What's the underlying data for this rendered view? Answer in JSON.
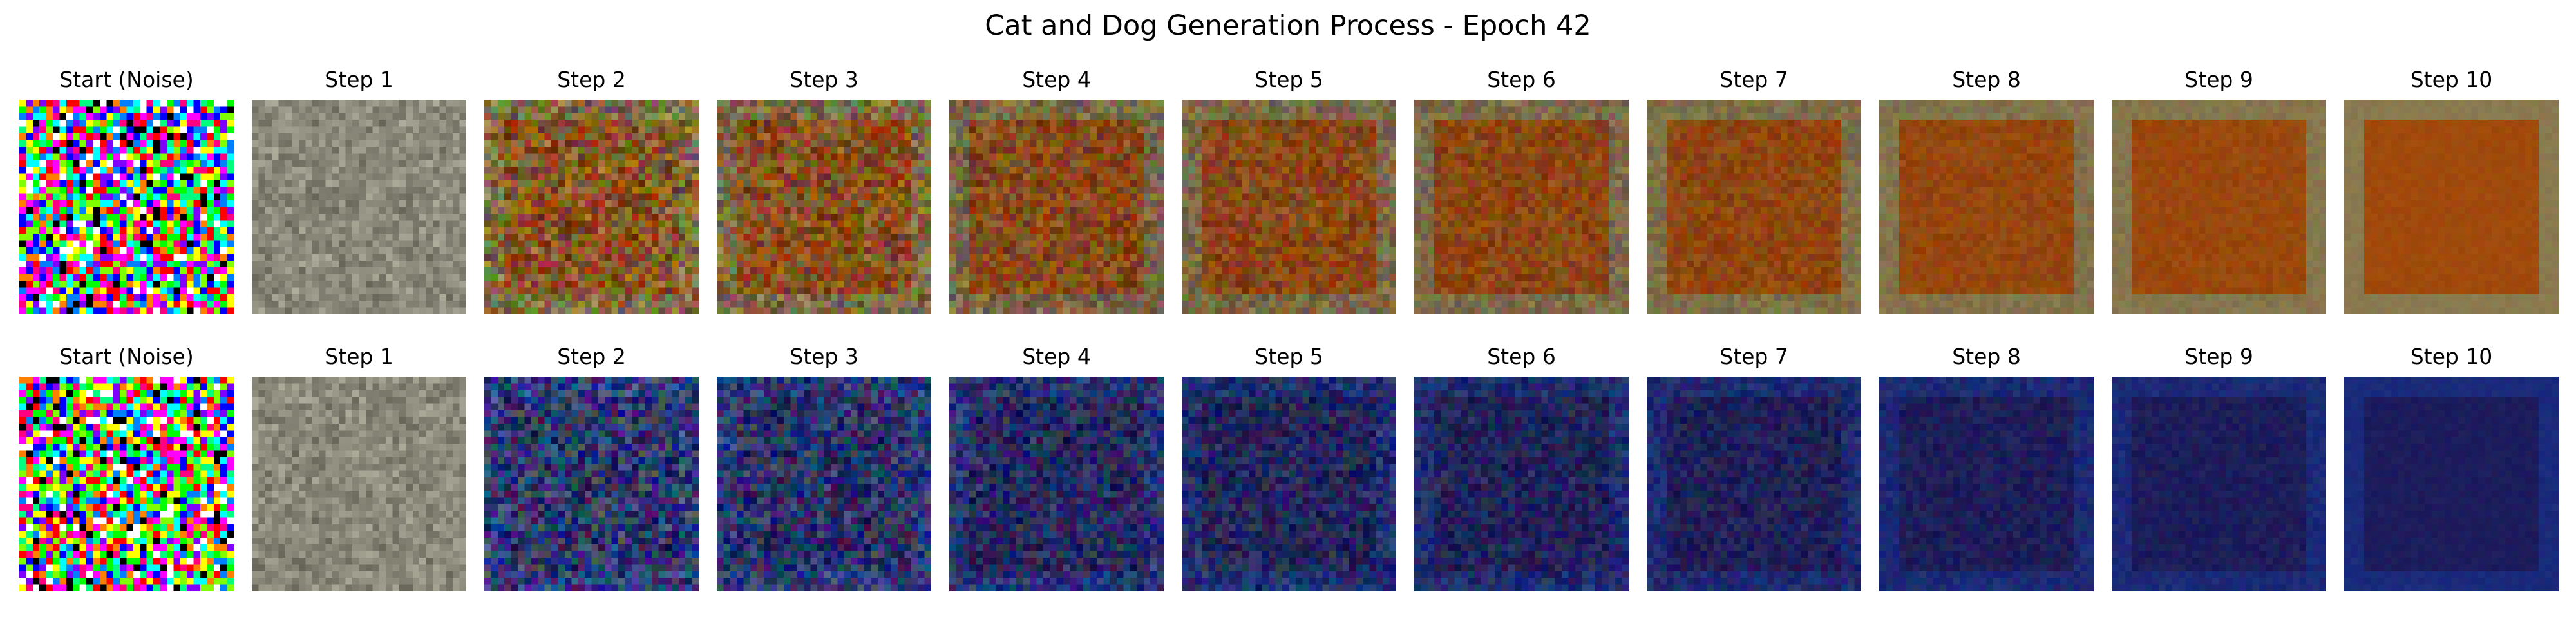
{
  "title": "Cat and Dog Generation Process - Epoch 42",
  "rows": [
    {
      "panels": [
        {
          "label": "Start (Noise)",
          "kind": "noise"
        },
        {
          "label": "Step 1",
          "kind": "gray",
          "progress": 0.0
        },
        {
          "label": "Step 2",
          "kind": "blend",
          "progress": 0.2
        },
        {
          "label": "Step 3",
          "kind": "blend",
          "progress": 0.3
        },
        {
          "label": "Step 4",
          "kind": "blend",
          "progress": 0.45
        },
        {
          "label": "Step 5",
          "kind": "blend",
          "progress": 0.55
        },
        {
          "label": "Step 6",
          "kind": "blend",
          "progress": 0.65
        },
        {
          "label": "Step 7",
          "kind": "blend",
          "progress": 0.75
        },
        {
          "label": "Step 8",
          "kind": "blend",
          "progress": 0.85
        },
        {
          "label": "Step 9",
          "kind": "blend",
          "progress": 0.92
        },
        {
          "label": "Step 10",
          "kind": "blend",
          "progress": 1.0
        }
      ],
      "target_inner_color": "#a04a0c",
      "target_border_color": "#8a7a50",
      "mid_noise_color": "#6a4a18"
    },
    {
      "panels": [
        {
          "label": "Start (Noise)",
          "kind": "noise"
        },
        {
          "label": "Step 1",
          "kind": "gray",
          "progress": 0.0
        },
        {
          "label": "Step 2",
          "kind": "blend",
          "progress": 0.2
        },
        {
          "label": "Step 3",
          "kind": "blend",
          "progress": 0.3
        },
        {
          "label": "Step 4",
          "kind": "blend",
          "progress": 0.45
        },
        {
          "label": "Step 5",
          "kind": "blend",
          "progress": 0.55
        },
        {
          "label": "Step 6",
          "kind": "blend",
          "progress": 0.65
        },
        {
          "label": "Step 7",
          "kind": "blend",
          "progress": 0.75
        },
        {
          "label": "Step 8",
          "kind": "blend",
          "progress": 0.85
        },
        {
          "label": "Step 9",
          "kind": "blend",
          "progress": 0.92
        },
        {
          "label": "Step 10",
          "kind": "blend",
          "progress": 1.0
        }
      ],
      "target_inner_color": "#1c1c5c",
      "target_border_color": "#1a2a7a",
      "mid_noise_color": "#2a3a70"
    }
  ]
}
